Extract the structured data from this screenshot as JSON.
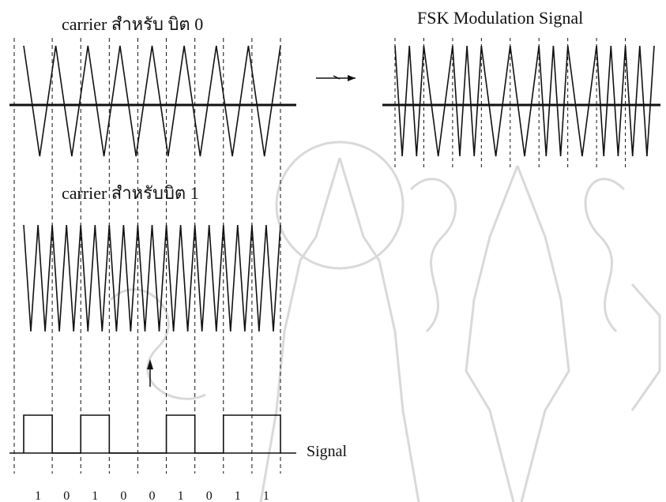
{
  "labels": {
    "carrier0": "carrier สำหรับ บิต 0",
    "carrier1": "carrier สำหรับบิต 1",
    "fsk": "FSK Modulation Signal",
    "signal": "Signal"
  },
  "bits": [
    "1",
    "0",
    "1",
    "0",
    "0",
    "1",
    "0",
    "1",
    "1"
  ],
  "carrier0_cycles": 8,
  "carrier1_cycles": 18,
  "colors": {
    "ink": "#111111",
    "watermark": "#d9d9d9"
  }
}
